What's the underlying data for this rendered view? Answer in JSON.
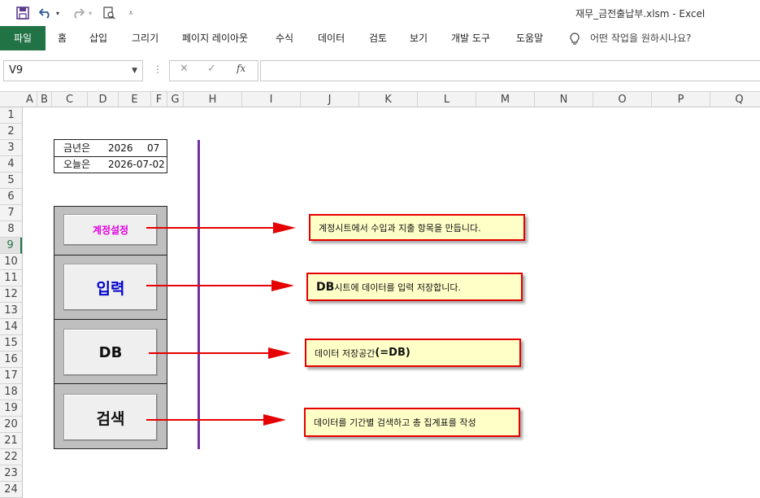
{
  "titlebar": {
    "filename": "재무_금전출납부.xlsm  -  Excel"
  },
  "ribbon": {
    "tabs": [
      "파일",
      "홈",
      "삽입",
      "그리기",
      "페이지 레이아웃",
      "수식",
      "데이터",
      "검토",
      "보기",
      "개발 도구",
      "도움말"
    ],
    "tell_me": "어떤 작업을 원하시나요?"
  },
  "formula_bar": {
    "name_box": "V9",
    "fx_label": "fx",
    "formula": ""
  },
  "columns": [
    "A",
    "B",
    "C",
    "D",
    "E",
    "F",
    "G",
    "H",
    "I",
    "J",
    "K",
    "L",
    "M",
    "N",
    "O",
    "P",
    "Q"
  ],
  "rows": [
    "1",
    "2",
    "3",
    "4",
    "5",
    "6",
    "7",
    "8",
    "9",
    "10",
    "11",
    "12",
    "13",
    "14",
    "15",
    "16",
    "17",
    "18",
    "19",
    "20",
    "21",
    "22",
    "23",
    "24"
  ],
  "selected_row": "9",
  "info": {
    "year_label": "금년은",
    "year_value": "2026",
    "month_value": "07",
    "today_label": "오늘은",
    "today_value": "2026-07-02"
  },
  "buttons": {
    "account": "계정설정",
    "input": "입력",
    "db": "DB",
    "search": "검색"
  },
  "notes": {
    "account": "계정시트에서 수입과 지출 항목을 만듭니다.",
    "input_prefix": "DB",
    "input_rest": "시트에 데이터를 입력 저장합니다.",
    "db_main": "데이터 저장공간 ",
    "db_bold": "(=DB)",
    "search": "데이터를 기간별 검색하고 총 집계표를 작성"
  },
  "colors": {
    "excel_green": "#217346",
    "arrow_red": "#e60000",
    "divider_purple": "#7030a0",
    "note_fill": "#ffffc8",
    "account_text": "#e000e0",
    "input_text": "#0000cc"
  }
}
